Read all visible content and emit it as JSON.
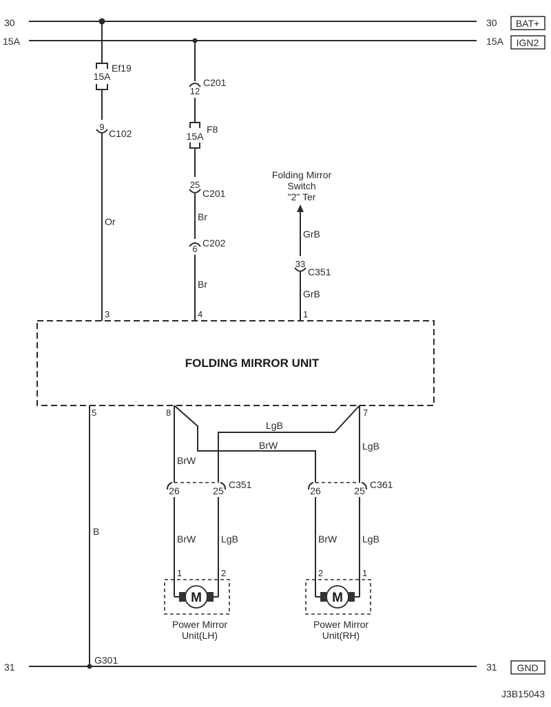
{
  "diagram": {
    "title": "FOLDING MIRROR UNIT",
    "figure_id": "J3B15043",
    "colors": {
      "ink": "#2a2a2a",
      "background": "#ffffff"
    },
    "power_lines": [
      {
        "left_label": "30",
        "right_label": "30",
        "tag": "BAT+"
      },
      {
        "left_label": "15A",
        "right_label": "15A",
        "tag": "IGN2"
      }
    ],
    "ground_line": {
      "left_label": "31",
      "right_label": "31",
      "tag": "GND",
      "ground_point": "G301"
    },
    "fuses": [
      {
        "id": "Ef19",
        "rating": "15A"
      },
      {
        "id": "F8",
        "rating": "15A"
      }
    ],
    "connectors": [
      {
        "id": "C102",
        "pin": "9"
      },
      {
        "id": "C201",
        "pin": "12"
      },
      {
        "id": "C201",
        "pin": "25"
      },
      {
        "id": "C202",
        "pin": "6"
      },
      {
        "id": "C351",
        "pin": "33"
      }
    ],
    "wires": {
      "or": "Or",
      "br1": "Br",
      "br2": "Br",
      "grb1": "GrB",
      "grb2": "GrB",
      "b": "B",
      "lgb_cross": "LgB",
      "brw_cross": "BrW",
      "brw_left_upper": "BrW",
      "lgb_right_upper": "LgB",
      "brw_lh": "BrW",
      "lgb_lh": "LgB",
      "brw_rh": "BrW",
      "lgb_rh": "LgB"
    },
    "switch_ref": {
      "line1": "Folding Mirror",
      "line2": "Switch",
      "line3": "\"2\" Ter"
    },
    "unit_pins": {
      "top": [
        "3",
        "4",
        "1"
      ],
      "bottom": [
        "5",
        "8",
        "7"
      ]
    },
    "lower_connectors": [
      {
        "id": "C351",
        "pins": [
          "26",
          "25"
        ]
      },
      {
        "id": "C361",
        "pins": [
          "26",
          "25"
        ]
      }
    ],
    "motors": [
      {
        "symbol": "M",
        "label_line1": "Power Mirror",
        "label_line2": "Unit(LH)",
        "pins": [
          "1",
          "2"
        ]
      },
      {
        "symbol": "M",
        "label_line1": "Power Mirror",
        "label_line2": "Unit(RH)",
        "pins": [
          "2",
          "1"
        ]
      }
    ]
  }
}
